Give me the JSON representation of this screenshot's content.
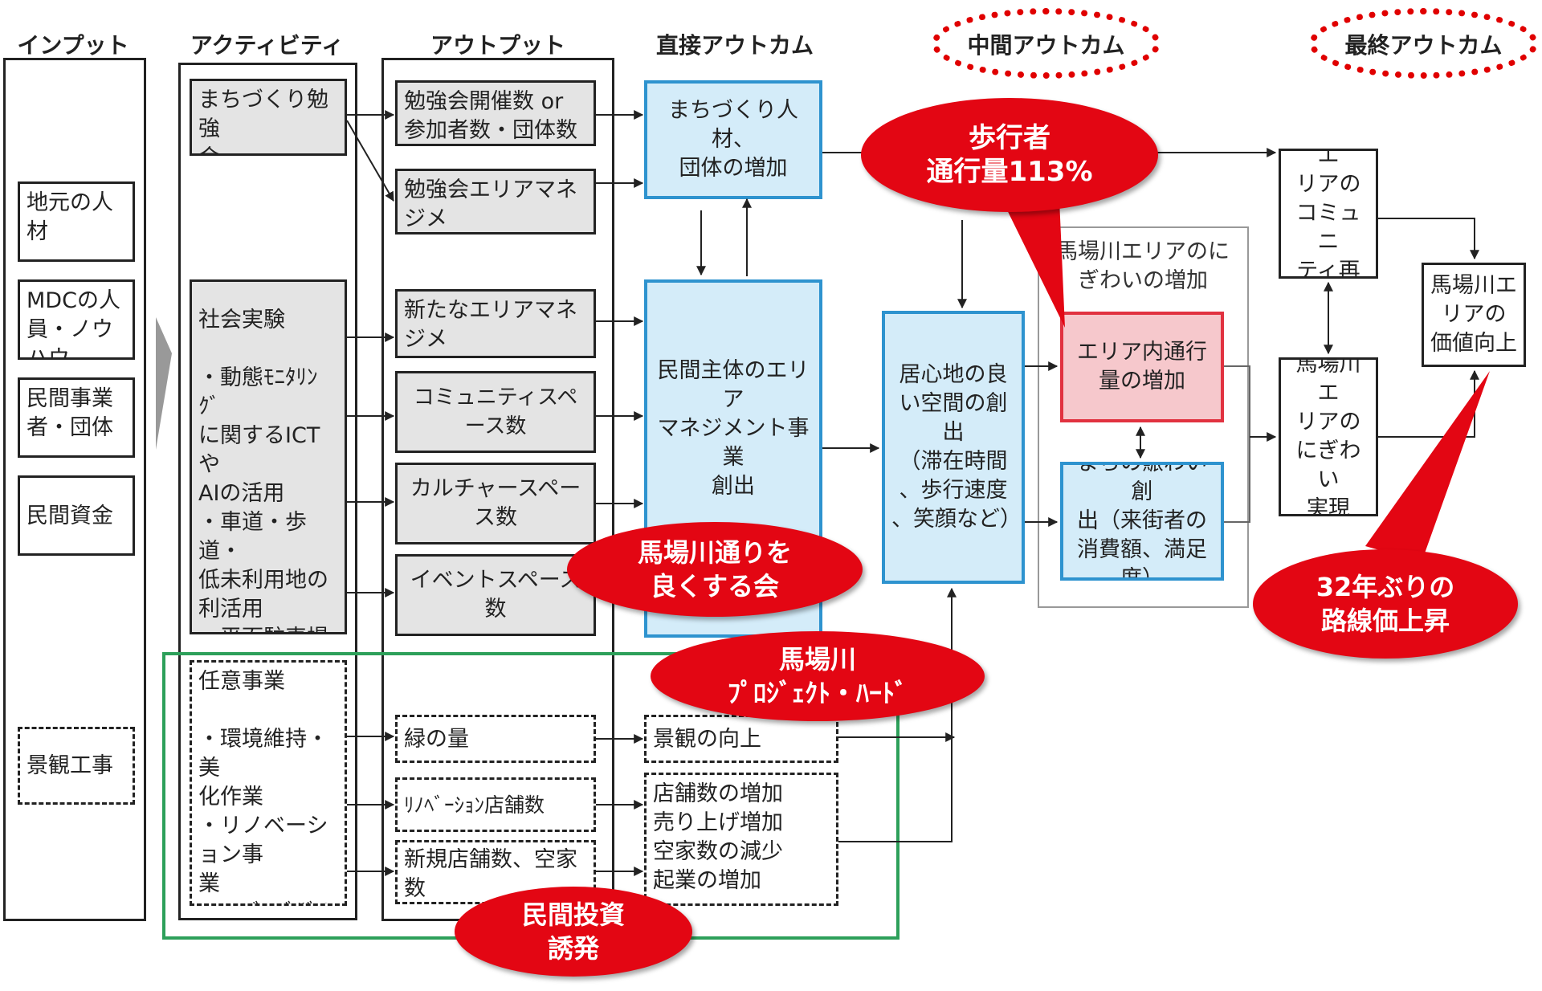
{
  "headers": {
    "input": "インプット",
    "activity": "アクティビティ",
    "output": "アウトプット",
    "direct": "直接アウトカム",
    "intermediate": "中間アウトカム",
    "final": "最終アウトカム"
  },
  "inputs": {
    "local_talent": "地元の人\n材",
    "mdc": "MDCの人\n員・ノウハウ",
    "private_biz": "民間事業\n者・団体",
    "private_funds": "民間資金",
    "landscape_work": "景観工事"
  },
  "activities": {
    "study": "まちづくり勉強\n会",
    "experiment": "社会実験\n\n・動態ﾓﾆﾀﾘﾝｸﾞ\nに関するICTや\nAIの活用\n・車道・歩道・\n低未利用地の\n利活用\n・平面駐車場の\n広場化数",
    "optional": "任意事業\n\n・環境維持・美\n化作業\n・リノベーション事\n業\n・ｱｰﾊﾞﾝﾃﾞｻﾞｲﾝ\n事業"
  },
  "outputs": {
    "study_count": "勉強会開催数 or\n参加者数・団体数",
    "proposal_count": "勉強会エリアマネジメ\nントの事業提案数",
    "new_am": "新たなエリアマネジメ\nンのきっかけづくり数",
    "community": "コミュニティスペース数",
    "culture": "カルチャースペース数",
    "event": "イベントスペース数",
    "green": "緑の量",
    "renovation": "ﾘﾉﾍﾞｰｼｮﾝ店舗数",
    "new_shops": "新規店舗数、空家\n数"
  },
  "direct_outcomes": {
    "talent_increase": "まちづくり人材、\n団体の増加",
    "am_creation": "民間主体のエリア\nマネジメント事業\n創出",
    "landscape": "景観の向上",
    "shops": "店舗数の増加\n売り上げ増加\n空家数の減少\n起業の増加"
  },
  "intermediate": {
    "comfort": "居心地の良\nい空間の創\n出\n（滞在時間\n、歩行速度\n、笑顔など）",
    "group_label": "馬場川エリアのに\nぎわいの増加",
    "traffic": "エリア内通行\n量の増加",
    "vibrancy": "まちの賑わい創\n出（来街者の\n消費額、満足\n度）"
  },
  "final": {
    "community_revival": "馬場川エ\nリアの\nコミュニ\nティ再生",
    "lively": "馬場川エ\nリアの\nにぎわい\n実現",
    "value_up": "馬場川エ\nリアの\n価値向上"
  },
  "callouts": {
    "pedestrian": "歩行者\n通行量113%",
    "association": "馬場川通りを\n良くする会",
    "project": "馬場川\nﾌﾟﾛｼﾞｪｸﾄ・ﾊｰﾄﾞ",
    "investment": "民間投資\n誘発",
    "land_price": "32年ぶりの\n路線価上昇"
  },
  "colors": {
    "accent_red": "#e30613",
    "box_blue": "#2e93cf",
    "fill_blue": "#d4ecf9",
    "box_red": "#e13240",
    "fill_red": "#f6c8cc",
    "green_frame": "#2da05a"
  }
}
